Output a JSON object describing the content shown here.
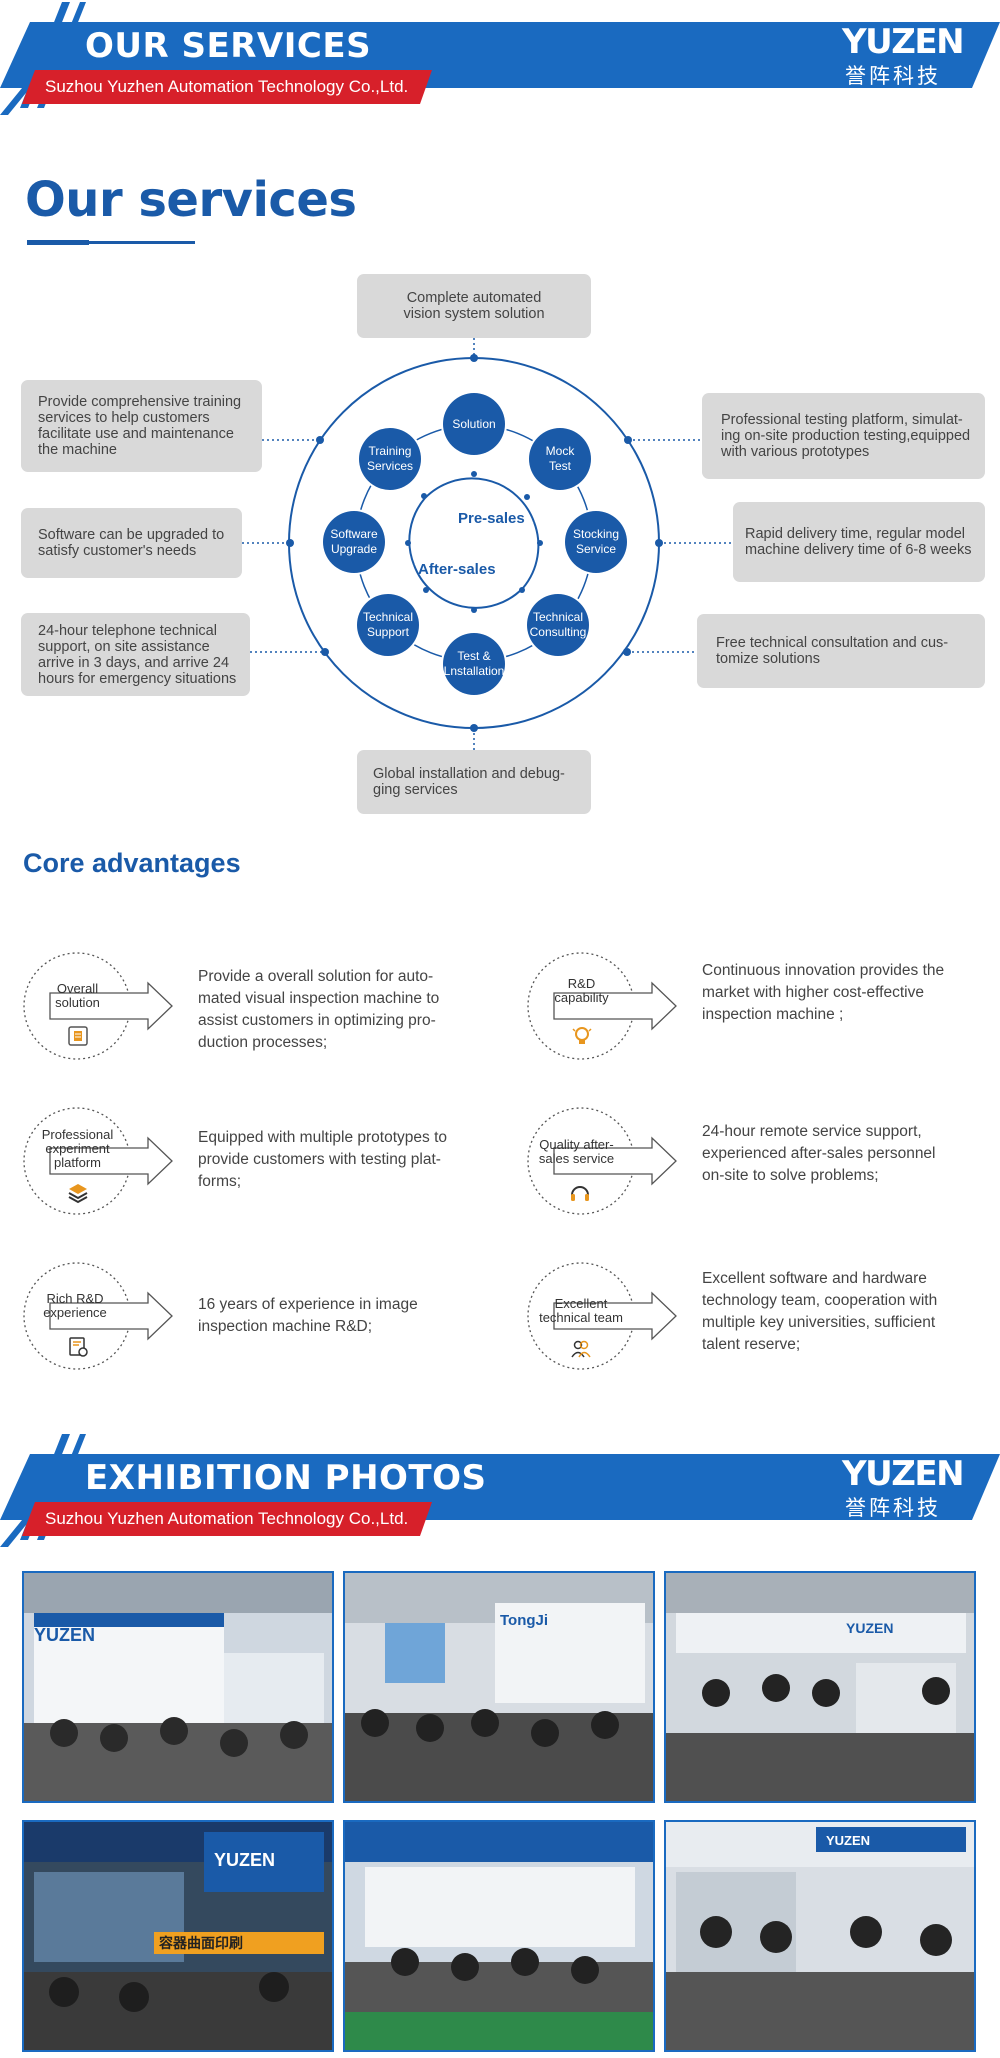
{
  "banners": [
    {
      "title": "OUR SERVICES",
      "subtitle": "Suzhou Yuzhen Automation Technology Co.,Ltd.",
      "logo_en": "YUZEN",
      "logo_cn": "誉阵科技"
    },
    {
      "title": "EXHIBITION PHOTOS",
      "subtitle": "Suzhou Yuzhen Automation Technology Co.,Ltd.",
      "logo_en": "YUZEN",
      "logo_cn": "誉阵科技"
    }
  ],
  "services": {
    "title": "Our services",
    "ring": {
      "inner_top": "Pre-sales",
      "inner_bottom": "After-sales"
    },
    "nodes": [
      {
        "l1": "Solution",
        "l2": ""
      },
      {
        "l1": "Mock",
        "l2": "Test"
      },
      {
        "l1": "Stocking",
        "l2": "Service"
      },
      {
        "l1": "Technical",
        "l2": "Consulting"
      },
      {
        "l1": "Test &",
        "l2": "Lnstallation"
      },
      {
        "l1": "Technical",
        "l2": "Support"
      },
      {
        "l1": "Software",
        "l2": "Upgrade"
      },
      {
        "l1": "Training",
        "l2": "Services"
      }
    ],
    "boxes": {
      "top": [
        "Complete automated",
        "vision system solution"
      ],
      "bottom": [
        "Global installation and debug-",
        "ging services"
      ],
      "left1": [
        "Provide comprehensive training",
        "services to help customers",
        "facilitate use and maintenance",
        "the machine"
      ],
      "left2": [
        "Software can be upgraded to",
        "satisfy customer's needs"
      ],
      "left3": [
        "24-hour telephone technical",
        "support, on site assistance",
        "arrive in 3 days, and arrive 24",
        "hours for emergency situations"
      ],
      "right1": [
        "Professional testing platform, simulat-",
        "ing on-site production testing,equipped",
        "with various prototypes"
      ],
      "right2": [
        "Rapid delivery time, regular model",
        "machine delivery time of 6-8 weeks"
      ],
      "right3": [
        "Free technical consultation and cus-",
        "tomize solutions"
      ]
    }
  },
  "core": {
    "title": "Core advantages",
    "items": [
      {
        "label": [
          "Overall",
          "solution"
        ],
        "icon": "document-icon",
        "text": [
          "Provide a overall solution for auto-",
          "mated visual inspection machine to",
          "assist customers in optimizing pro-",
          "duction processes;"
        ]
      },
      {
        "label": [
          "R&D",
          "capability"
        ],
        "icon": "lightbulb-icon",
        "text": [
          "Continuous innovation provides the",
          "market with higher cost-effective",
          "inspection machine ;"
        ]
      },
      {
        "label": [
          "Professional",
          "experiment",
          "platform"
        ],
        "icon": "layers-icon",
        "text": [
          "Equipped with multiple prototypes to",
          "provide customers with testing plat-",
          "forms;"
        ]
      },
      {
        "label": [
          "Quality after-",
          "sales service"
        ],
        "icon": "headset-icon",
        "text": [
          "24-hour remote service support,",
          "experienced after-sales personnel",
          "on-site to solve problems;"
        ]
      },
      {
        "label": [
          "Rich R&D",
          "experience"
        ],
        "icon": "certificate-icon",
        "text": [
          "16 years of experience in image",
          "inspection machine R&D;"
        ]
      },
      {
        "label": [
          "Excellent",
          "technical team"
        ],
        "icon": "team-icon",
        "text": [
          "Excellent software and hardware",
          "technology team,  cooperation with",
          "multiple key universities, sufficient",
          "talent reserve;"
        ]
      }
    ]
  },
  "photos": {
    "signs": [
      "YUZEN",
      "TongJi",
      "YUZEN",
      "YUZEN",
      "容器曲面印刷",
      "YUZEN"
    ]
  }
}
